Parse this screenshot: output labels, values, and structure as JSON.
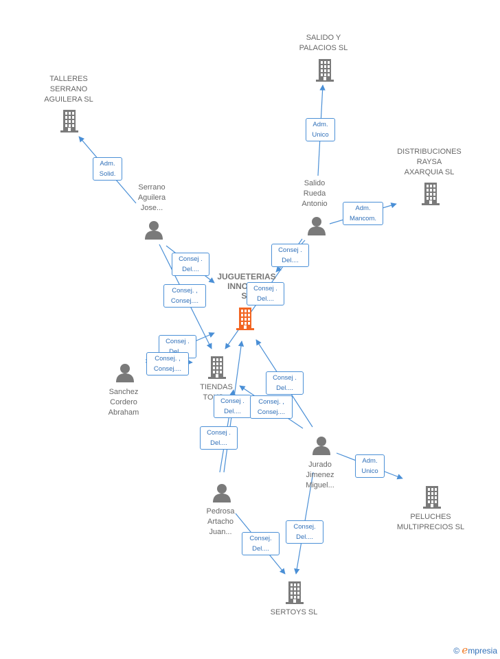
{
  "colors": {
    "edge": "#4a8fd6",
    "company": "#7a7a7a",
    "main_company": "#f26522",
    "person": "#7a7a7a"
  },
  "companies": [
    {
      "id": "salido",
      "label": "SALIDO Y\nPALACIOS  SL"
    },
    {
      "id": "talleres",
      "label": "TALLERES\nSERRANO\nAGUILERA  SL"
    },
    {
      "id": "raysa",
      "label": "DISTRIBUCIONES\nRAYSA\nAXARQUIA SL"
    },
    {
      "id": "jugueterias",
      "label": "JUGUETERIAS\nINNOVA...\nSL"
    },
    {
      "id": "tiendas",
      "label": "TIENDAS\nTOYS..."
    },
    {
      "id": "peluches",
      "label": "PELUCHES\nMULTIPRECIOS SL"
    },
    {
      "id": "sertoys",
      "label": "SERTOYS SL"
    }
  ],
  "persons": [
    {
      "id": "serrano",
      "label": "Serrano\nAguilera\nJose..."
    },
    {
      "id": "salido_p",
      "label": "Salido\nRueda\nAntonio"
    },
    {
      "id": "sanchez",
      "label": "Sanchez\nCordero\nAbraham"
    },
    {
      "id": "jurado",
      "label": "Jurado\nJimenez\nMiguel..."
    },
    {
      "id": "pedrosa",
      "label": "Pedrosa\nArtacho\nJuan..."
    }
  ],
  "roles": [
    {
      "id": "r1",
      "label": "Adm.\nUnico"
    },
    {
      "id": "r2",
      "label": "Adm.\nSolid."
    },
    {
      "id": "r3",
      "label": "Adm.\nMancom."
    },
    {
      "id": "r4",
      "label": "Consej .\nDel...."
    },
    {
      "id": "r5",
      "label": "Consej .\nDel...."
    },
    {
      "id": "r6",
      "label": "Consej .\nDel...."
    },
    {
      "id": "r7",
      "label": "Consej. ,\nConsej...."
    },
    {
      "id": "r8",
      "label": "Consej .\nDel...."
    },
    {
      "id": "r9",
      "label": "Consej. ,\nConsej...."
    },
    {
      "id": "r10",
      "label": "Consej .\nDel...."
    },
    {
      "id": "r11",
      "label": "Consej .\nDel...."
    },
    {
      "id": "r12",
      "label": "Consej. ,\nConsej...."
    },
    {
      "id": "r13",
      "label": "Consej .\nDel...."
    },
    {
      "id": "r14",
      "label": "Adm.\nUnico"
    },
    {
      "id": "r15",
      "label": "Consej.\nDel...."
    },
    {
      "id": "r16",
      "label": "Consej.\nDel...."
    }
  ],
  "brand": {
    "copyright": "©",
    "name_initial": "e",
    "name_rest": "mpresia"
  }
}
